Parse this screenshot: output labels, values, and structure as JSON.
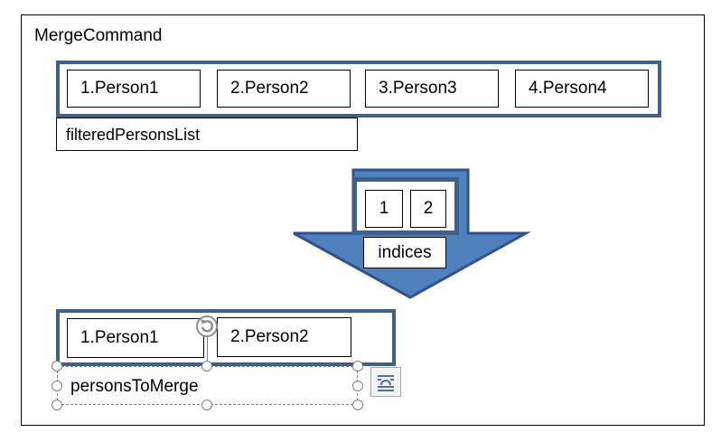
{
  "diagram": {
    "title": "MergeCommand",
    "filtered": {
      "caption": "filteredPersonsList",
      "persons": [
        "1.Person1",
        "2.Person2",
        "3.Person3",
        "4.Person4"
      ]
    },
    "arrow": {
      "indices_label": "indices",
      "indices": [
        "1",
        "2"
      ]
    },
    "merge": {
      "caption": "personsToMerge",
      "persons": [
        "1.Person1",
        "2.Person2"
      ]
    },
    "icons": [
      "rotate-handle-icon",
      "layout-options-icon"
    ],
    "colors": {
      "list_border": "#3f5f8c",
      "arrow_fill": "#4f81bd",
      "arrow_border": "#2f528f",
      "selection": "#7f7f7f"
    }
  }
}
